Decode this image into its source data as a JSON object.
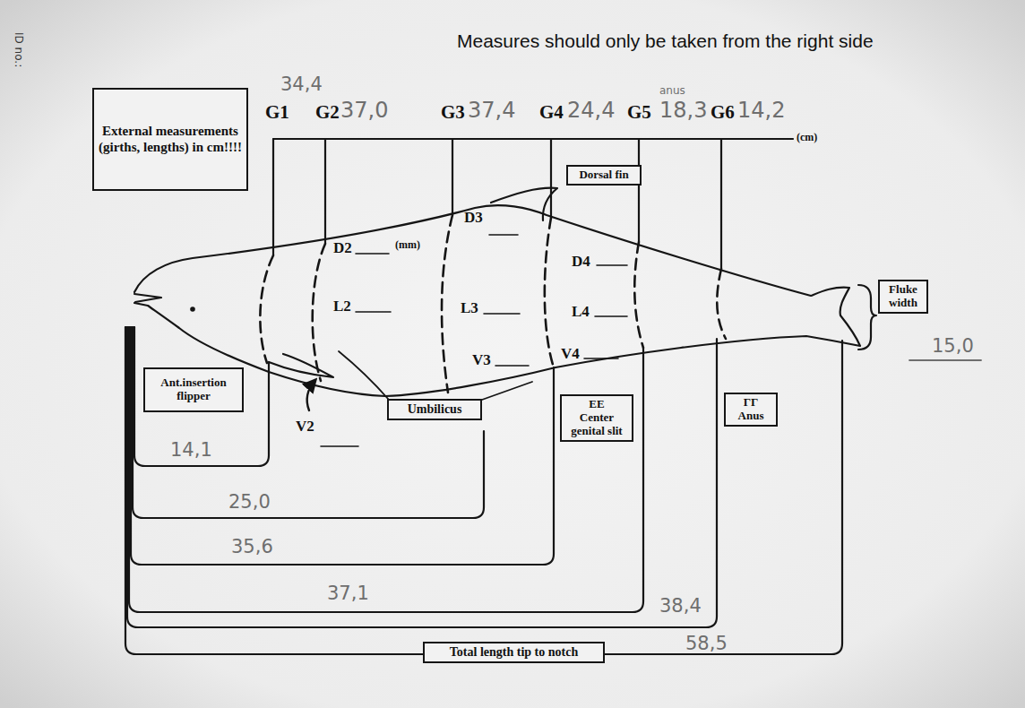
{
  "diagram": {
    "title": "Measures should only be taken from the right side",
    "nodes": [
      {
        "text": [
          "External measurements (girths, lengths) in cm!!!!"
        ]
      },
      {
        "text": [
          "Dorsal fin"
        ]
      },
      {
        "text": [
          "Fluke width"
        ]
      },
      {
        "text": [
          "Ant.insertion flipper"
        ]
      },
      {
        "text": [
          "Umbilicus"
        ]
      },
      {
        "text": [
          "EE",
          "Center genital slit"
        ]
      },
      {
        "text": [
          "ΓΓ",
          "Anus"
        ]
      },
      {
        "text": [
          "Total length tip to notch"
        ]
      }
    ],
    "labels": [
      "ID no.:",
      "34,4",
      "G1",
      "G2",
      "37,0",
      "G3",
      "37,4",
      "G4",
      "24,4",
      "G5",
      "anus",
      "18,3",
      "G6",
      "14,2",
      "(cm)",
      "D2",
      "(mm)",
      "D3",
      "D4",
      "L2",
      "L3",
      "L4",
      "V2",
      "V3",
      "V4",
      "15,0",
      "14,1",
      "25,0",
      "35,6",
      "37,1",
      "38,4",
      "58,5"
    ]
  }
}
